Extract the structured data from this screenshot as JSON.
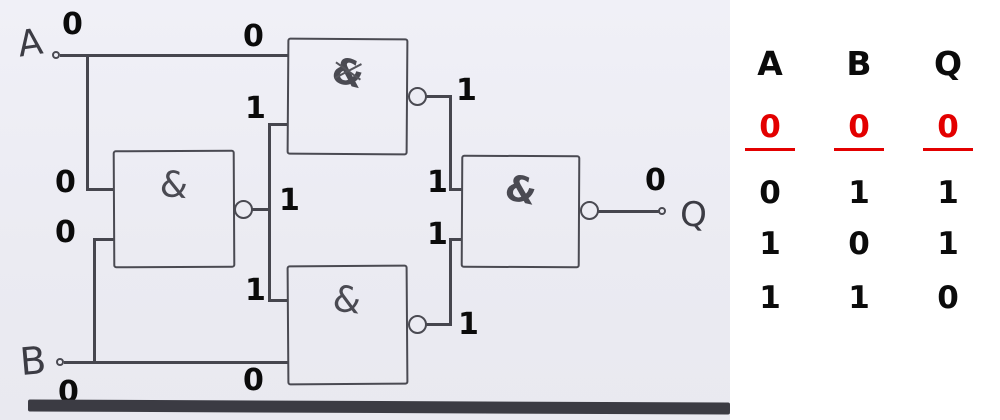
{
  "circuit": {
    "inputs": {
      "a": {
        "label": "A",
        "value": "0"
      },
      "b": {
        "label": "B",
        "value": "0"
      }
    },
    "output": {
      "label": "Q",
      "value": "0"
    },
    "gates": [
      {
        "name": "nand-middle-left",
        "symbol": "&"
      },
      {
        "name": "nand-top",
        "symbol": "&"
      },
      {
        "name": "nand-bottom",
        "symbol": "&"
      },
      {
        "name": "nand-right",
        "symbol": "&"
      }
    ],
    "signals": {
      "a_to_top": "0",
      "top_in2": "1",
      "nand1_in_a": "0",
      "nand1_in_b": "0",
      "nand1_out": "1",
      "top_out": "1",
      "bottom_in1": "1",
      "b_to_bottom": "0",
      "bottom_out": "1",
      "right_in1": "1",
      "right_in2": "1"
    }
  },
  "truth_table": {
    "headers": [
      "A",
      "B",
      "Q"
    ],
    "rows": [
      {
        "a": "0",
        "b": "0",
        "q": "0",
        "highlight": true
      },
      {
        "a": "0",
        "b": "1",
        "q": "1",
        "highlight": false
      },
      {
        "a": "1",
        "b": "0",
        "q": "1",
        "highlight": false
      },
      {
        "a": "1",
        "b": "1",
        "q": "0",
        "highlight": false
      }
    ]
  },
  "colors": {
    "paper": "#ececf3",
    "ink": "#46464e",
    "text": "#0b0b0b",
    "highlight": "#e30000",
    "table_bg": "#ffffff"
  }
}
